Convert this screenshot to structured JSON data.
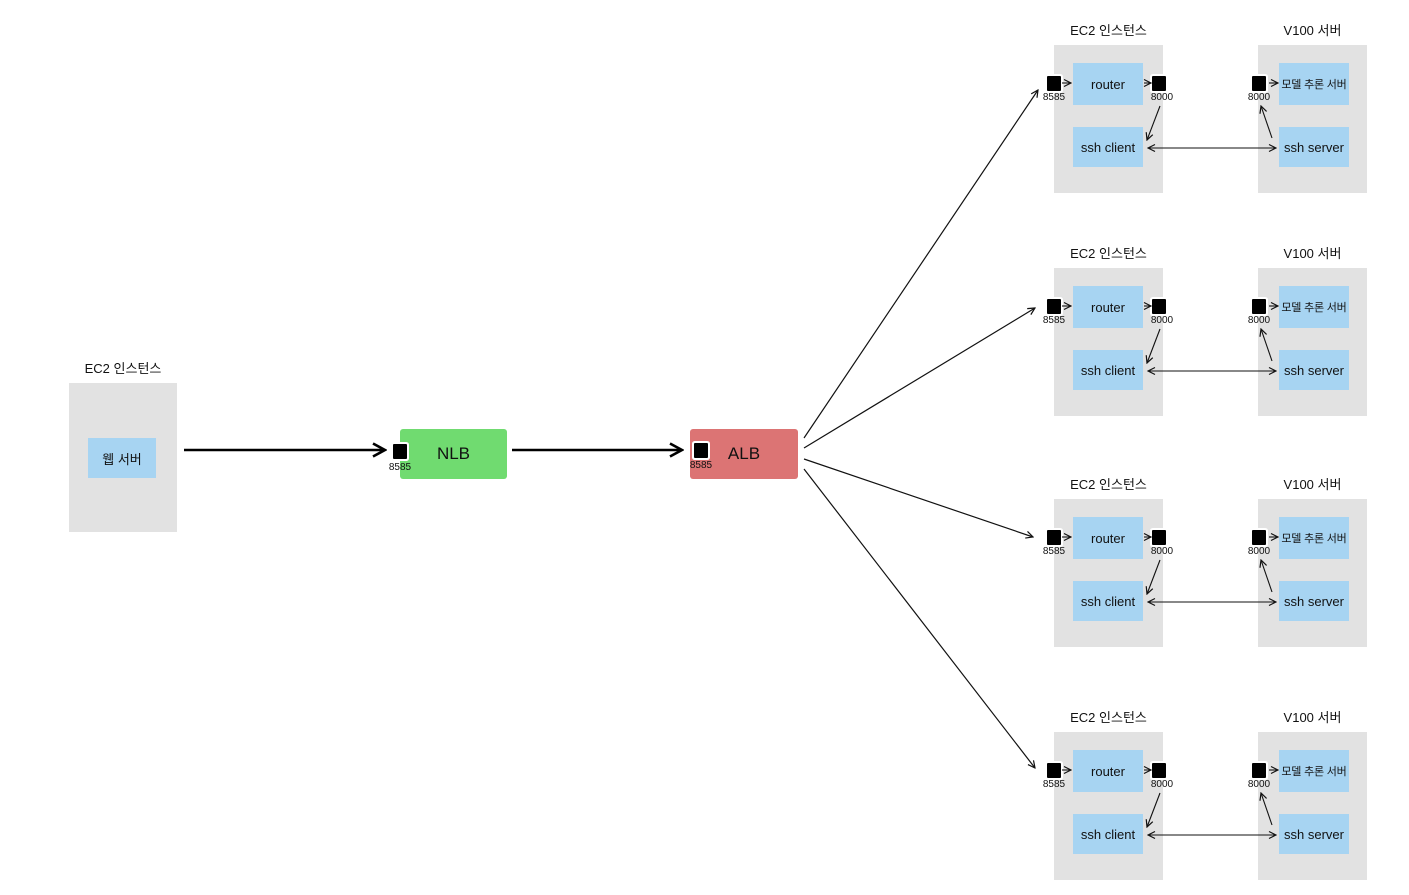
{
  "diagram": {
    "colors": {
      "gray": "#e2e2e2",
      "blue": "#a7d4f2",
      "green": "#70db70",
      "red": "#dc7474",
      "ink": "#111111",
      "bg": "#ffffff"
    },
    "web": {
      "title": "EC2 인스턴스",
      "server": "웹 서버"
    },
    "nlb": {
      "label": "NLB",
      "port": "8585"
    },
    "alb": {
      "label": "ALB",
      "port": "8585"
    },
    "groups": [
      {
        "ec2_title": "EC2 인스턴스",
        "in_port": "8585",
        "router": "router",
        "out_port": "8000",
        "ssh_client": "ssh client",
        "v100_title": "V100 서버",
        "v100_port": "8000",
        "model_server": "모델 추론 서버",
        "ssh_server": "ssh server"
      },
      {
        "ec2_title": "EC2 인스턴스",
        "in_port": "8585",
        "router": "router",
        "out_port": "8000",
        "ssh_client": "ssh client",
        "v100_title": "V100 서버",
        "v100_port": "8000",
        "model_server": "모델 추론 서버",
        "ssh_server": "ssh server"
      },
      {
        "ec2_title": "EC2 인스턴스",
        "in_port": "8585",
        "router": "router",
        "out_port": "8000",
        "ssh_client": "ssh client",
        "v100_title": "V100 서버",
        "v100_port": "8000",
        "model_server": "모델 추론 서버",
        "ssh_server": "ssh server"
      },
      {
        "ec2_title": "EC2 인스턴스",
        "in_port": "8585",
        "router": "router",
        "out_port": "8000",
        "ssh_client": "ssh client",
        "v100_title": "V100 서버",
        "v100_port": "8000",
        "model_server": "모델 추론 서버",
        "ssh_server": "ssh server"
      }
    ]
  }
}
